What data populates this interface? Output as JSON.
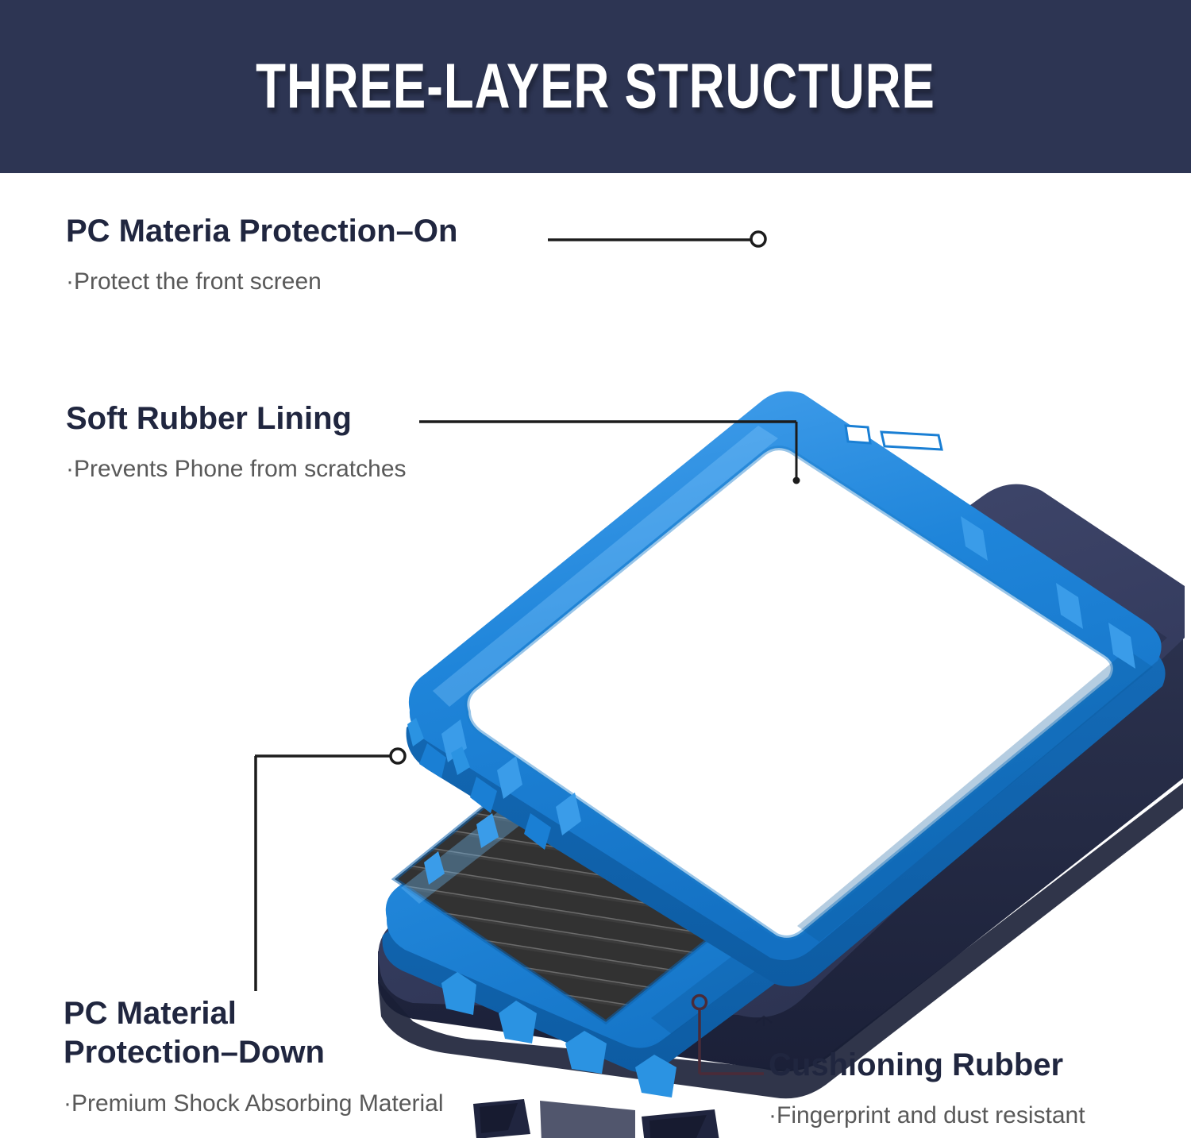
{
  "banner": {
    "title": "THREE-LAYER STRUCTURE",
    "background_color": "#2d3553",
    "text_color": "#ffffff"
  },
  "colors": {
    "banner_navy": "#2d3553",
    "case_navy": "#353c5e",
    "case_navy_dark": "#232845",
    "accent_blue": "#1a7fd4",
    "accent_blue_light": "#3a97e8",
    "accent_blue_dark": "#0f63ad",
    "rubber_black": "#333333",
    "rubber_stripe": "#6f6f6f",
    "title_text": "#20263f",
    "sub_text": "#595959",
    "leader_line": "#1c1c1c",
    "leader_line_maroon": "#4a2b38",
    "page_background": "#ffffff"
  },
  "callouts": [
    {
      "id": "pc-material-protection-on",
      "title": "PC Materia Protection–On",
      "subtitle": "·Protect the front screen"
    },
    {
      "id": "soft-rubber-lining",
      "title": "Soft Rubber Lining",
      "subtitle": "·Prevents Phone from scratches"
    },
    {
      "id": "pc-material-protection-down",
      "title_line1": "PC Material",
      "title_line2": "Protection–Down",
      "subtitle": "·Premium Shock Absorbing Material"
    },
    {
      "id": "cushioning-rubber",
      "title": "Cushioning Rubber",
      "subtitle": "·Fingerprint and dust resistant"
    }
  ],
  "product": {
    "type": "three-layer phone case exploded view",
    "layers": [
      {
        "name": "PC front bezel frame",
        "color": "#1a7fd4",
        "position": "top"
      },
      {
        "name": "Soft rubber lining shell",
        "color": "#1a7fd4",
        "interior": "#333333",
        "position": "middle"
      },
      {
        "name": "PC back shell",
        "color": "#353c5e",
        "position": "bottom"
      }
    ]
  }
}
